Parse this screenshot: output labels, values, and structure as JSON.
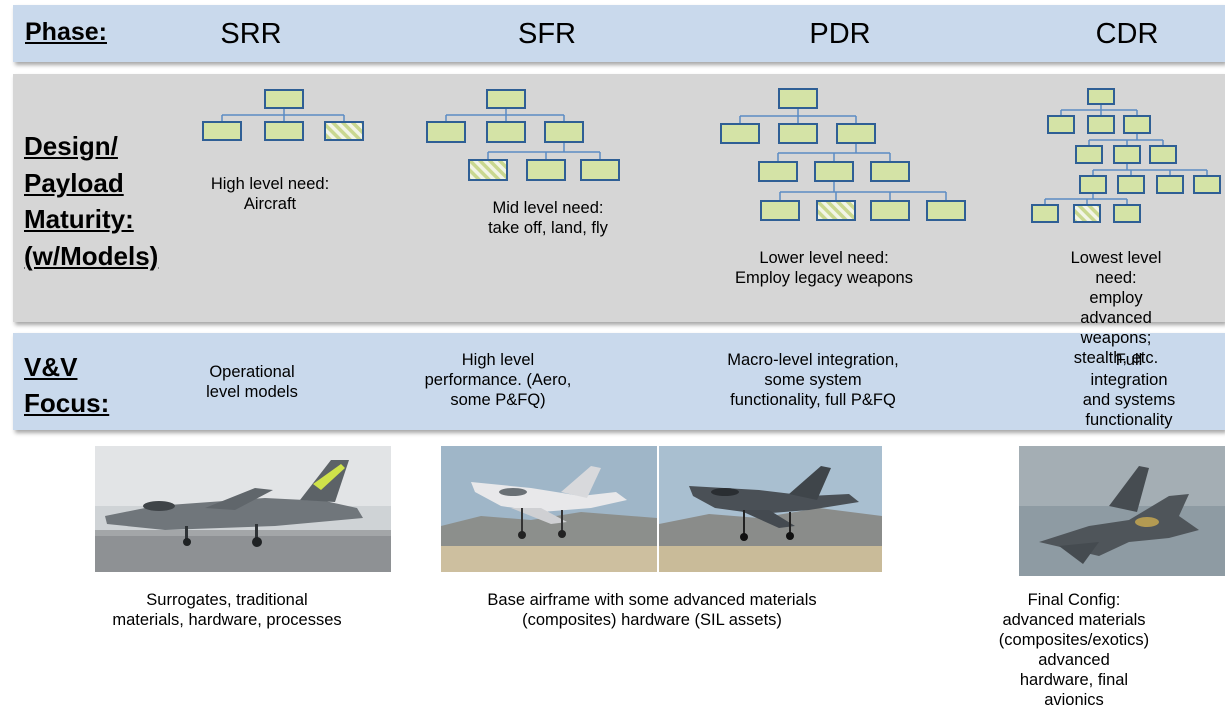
{
  "row_labels": {
    "phase": "Phase:",
    "design": "Design/\nPayload\nMaturity:\n(w/Models)",
    "vv_line1": "V&V",
    "vv_line2": "Focus:"
  },
  "phases": [
    "SRR",
    "SFR",
    "PDR",
    "CDR"
  ],
  "needs": [
    "High level need:\nAircraft",
    "Mid level need:\ntake off, land, fly",
    "Lower level need:\nEmploy legacy weapons",
    "Lowest level need:\nemploy advanced\nweapons; stealth, etc."
  ],
  "vv_focus": [
    "Operational\nlevel models",
    "High level\nperformance. (Aero,\nsome P&FQ)",
    "Macro-level integration,\nsome system\nfunctionality, full P&FQ",
    "Full integration\nand systems\nfunctionality"
  ],
  "captions": [
    "Surrogates, traditional\nmaterials, hardware, processes",
    "Base airframe with some advanced materials\n(composites) hardware (SIL assets)",
    "Final Config:  advanced materials\n(composites/exotics) advanced\nhardware, final avionics"
  ],
  "colors": {
    "phase_band": "#c9d9ec",
    "design_band": "#d6d6d6",
    "box_fill": "#d4e3a6",
    "box_stroke": "#2f5f95",
    "line": "#5b8cc4"
  }
}
